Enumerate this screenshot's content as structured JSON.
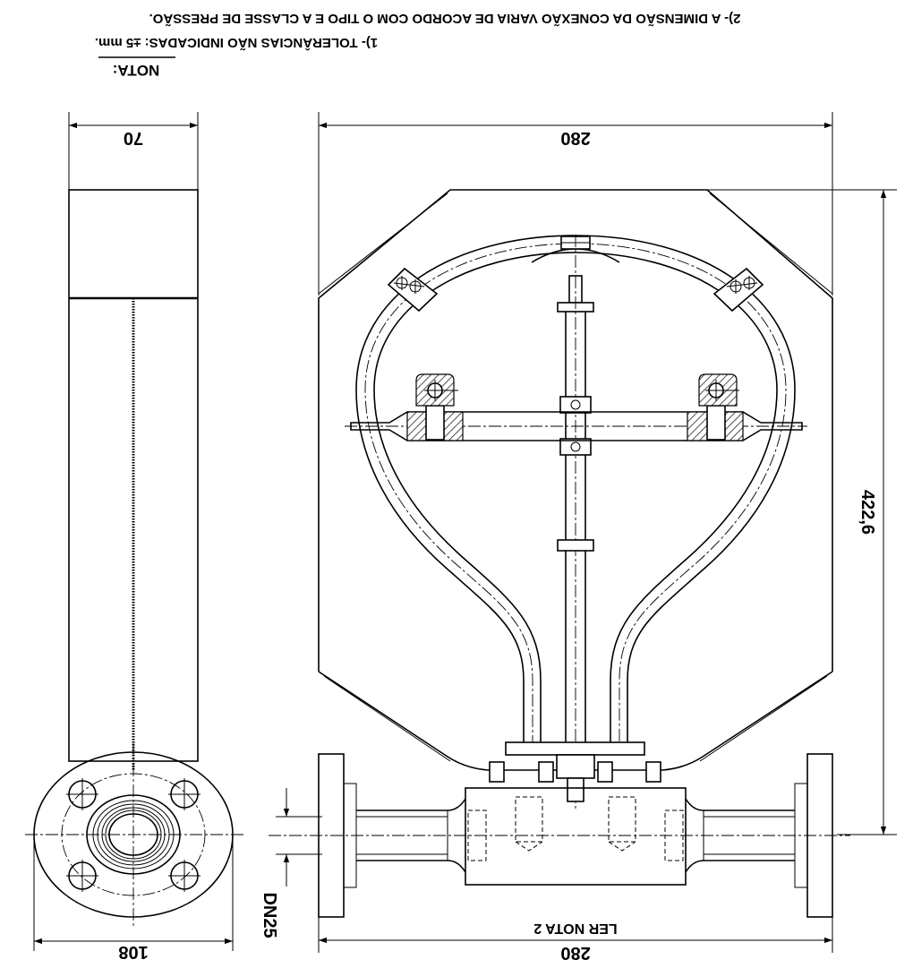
{
  "notes": {
    "title": "NOTA:",
    "note1": "1)- TOLERÂNCIAS NÃO INDICADAS: ±5 mm.",
    "note2": "2)- A DIMENSÃO DA CONEXÃO VARIA DE ACORDO COM O TIPO E A CLASSE DE PRESSÃO."
  },
  "dimensions": {
    "side_width": "70",
    "top_width": "280",
    "height": "422,6",
    "bottom_width": "280",
    "flange_diameter": "108",
    "nominal_diameter": "DN25",
    "connection_note": "LER NOTA 2"
  }
}
